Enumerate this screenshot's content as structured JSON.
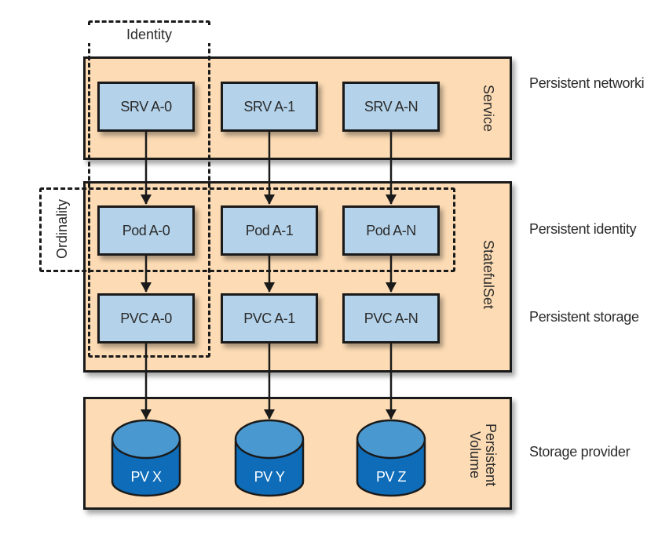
{
  "diagram": {
    "identity_group": {
      "label": "Identity"
    },
    "ordinality_group": {
      "label": "Ordinality"
    },
    "layers": [
      {
        "id": "service",
        "panel_label": "Service",
        "side_label": "Persistent networki",
        "nodes": [
          "SRV A-0",
          "SRV A-1",
          "SRV A-N"
        ]
      },
      {
        "id": "statefulset",
        "panel_label": "StatefulSet",
        "rows": [
          {
            "side_label": "Persistent identity",
            "nodes": [
              "Pod A-0",
              "Pod A-1",
              "Pod A-N"
            ]
          },
          {
            "side_label": "Persistent storage",
            "nodes": [
              "PVC A-0",
              "PVC A-1",
              "PVC A-N"
            ]
          }
        ]
      },
      {
        "id": "persistent-volume",
        "panel_label_lines": [
          "Persistent",
          "Volume"
        ],
        "side_label": "Storage provider",
        "volumes": [
          "PV X",
          "PV Y",
          "PV Z"
        ]
      }
    ],
    "colors": {
      "panel_fill": "#fddcb5",
      "node_fill": "#b4d3ea",
      "volume_fill": "#0e6cb8",
      "volume_top": "#4a98d0",
      "stroke": "#1a1a1a"
    }
  }
}
